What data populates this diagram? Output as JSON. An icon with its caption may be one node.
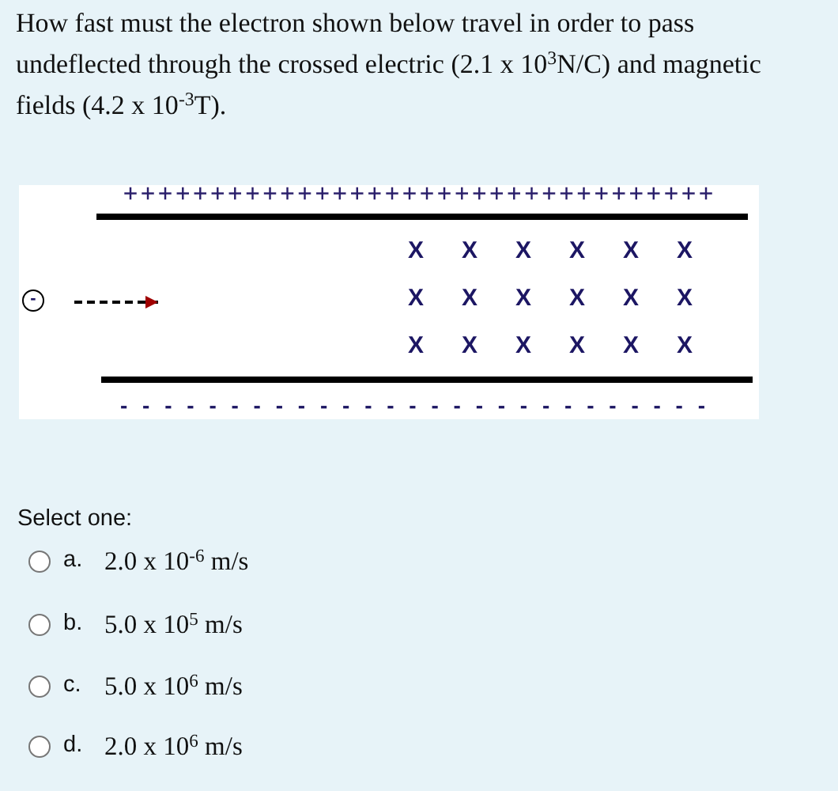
{
  "diagram": {
    "nodes": [
      {
        "text": [
          "-"
        ]
      }
    ],
    "labels": [
      "How fast must the electron shown below travel in order to pass undeflected through the crossed electric (2.1 x 10$^{3}$N/C) and magnetic fields (4.2 x 10$^{-3}$T).",
      "++++++++++++++++++++++++++++++++++",
      "X",
      "X",
      "X",
      "X",
      "X",
      "X",
      "X",
      "X",
      "X",
      "X",
      "X",
      "X",
      "X",
      "X",
      "X",
      "X",
      "X",
      "X",
      "- - - - - - - - - - - - - - - - - - - - - - - - - - -",
      "Select one:",
      "a.",
      "2.0 x 10$^{-6}$ m/s",
      "b.",
      "5.0 x 10$^{5}$ m/s",
      "c.",
      "5.0 x 10$^{6}$ m/s",
      "d.",
      "2.0 x 10$^{6}$ m/s"
    ]
  }
}
